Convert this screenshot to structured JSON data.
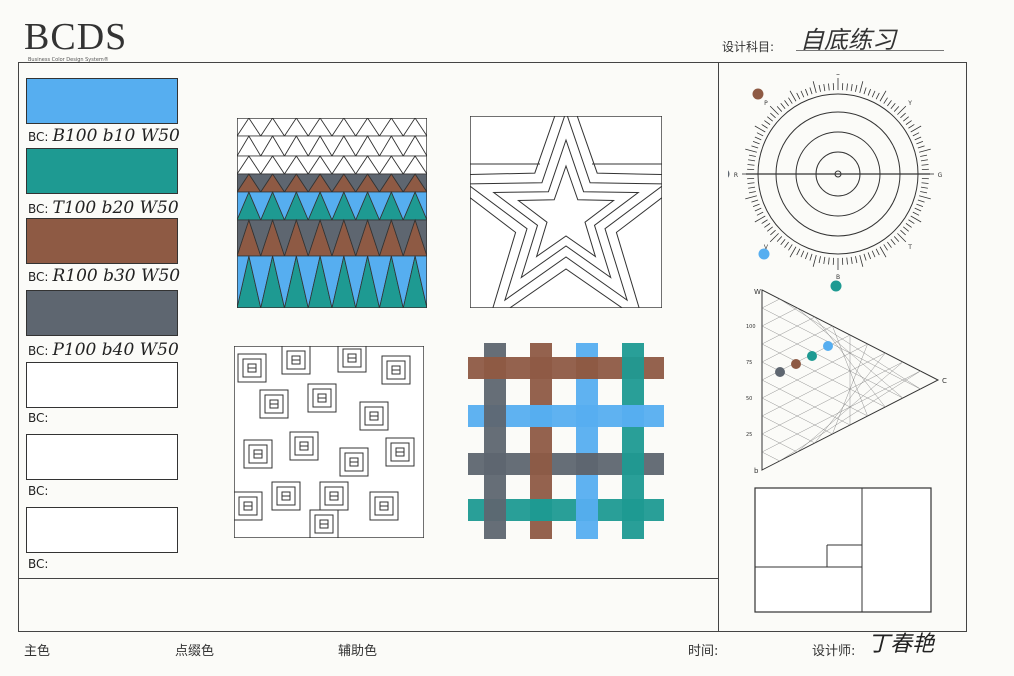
{
  "header": {
    "logo_text": "BCDS",
    "logo_sub": "Business Color Design System®",
    "subject_label": "设计科目:",
    "subject_value": "自底练习"
  },
  "colors": {
    "blue": "#56aef0",
    "teal": "#1e9a92",
    "brown": "#8e5a44",
    "gray": "#5e6670",
    "line": "#333333"
  },
  "swatches": [
    {
      "fill": "#56aef0",
      "prefix": "BC:",
      "code": "B100 b10 W50"
    },
    {
      "fill": "#1e9a92",
      "prefix": "BC:",
      "code": "T100 b20 W50"
    },
    {
      "fill": "#8e5a44",
      "prefix": "BC:",
      "code": "R100 b30 W50"
    },
    {
      "fill": "#5e6670",
      "prefix": "BC:",
      "code": "P100 b40 W50"
    },
    {
      "fill": "#ffffff",
      "prefix": "BC:",
      "code": ""
    },
    {
      "fill": "#ffffff",
      "prefix": "BC:",
      "code": ""
    },
    {
      "fill": "#ffffff",
      "prefix": "BC:",
      "code": ""
    }
  ],
  "color_wheel": {
    "letters": [
      "O",
      "Y",
      "G",
      "T",
      "B",
      "V",
      "R",
      "P"
    ]
  },
  "triangle": {
    "corner_labels": [
      "W",
      "C",
      "b"
    ],
    "tick_labels": [
      "100",
      "75",
      "50",
      "25"
    ]
  },
  "footer": {
    "main_color": "主色",
    "accent_color": "点缀色",
    "aux_color": "辅助色",
    "time_label": "时间:",
    "designer_label": "设计师:",
    "designer_signature": "丁春艳"
  }
}
